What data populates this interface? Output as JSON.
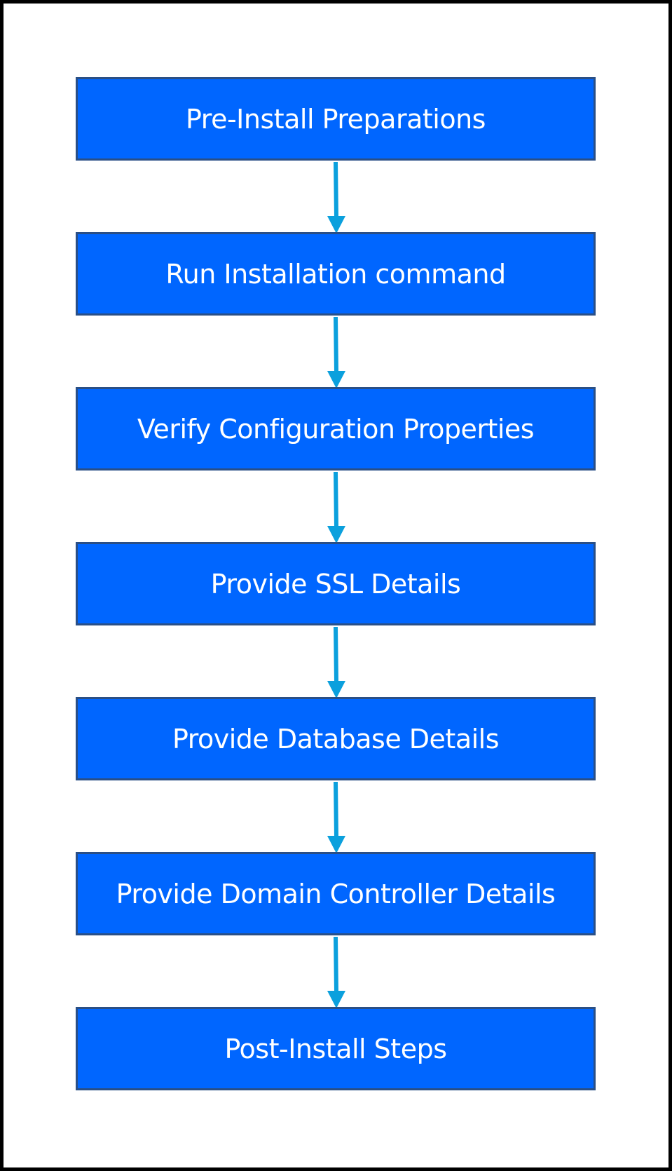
{
  "flow": {
    "steps": [
      {
        "label": "Pre-Install Preparations"
      },
      {
        "label": "Run Installation command"
      },
      {
        "label": "Verify Configuration Properties"
      },
      {
        "label": "Provide SSL Details"
      },
      {
        "label": "Provide Database Details"
      },
      {
        "label": "Provide Domain Controller Details"
      },
      {
        "label": "Post-Install Steps"
      }
    ],
    "colors": {
      "box_fill": "#0066ff",
      "box_border": "#2a4f86",
      "arrow": "#0ba0dd",
      "text": "#ffffff",
      "frame": "#000000",
      "background": "#ffffff"
    }
  }
}
